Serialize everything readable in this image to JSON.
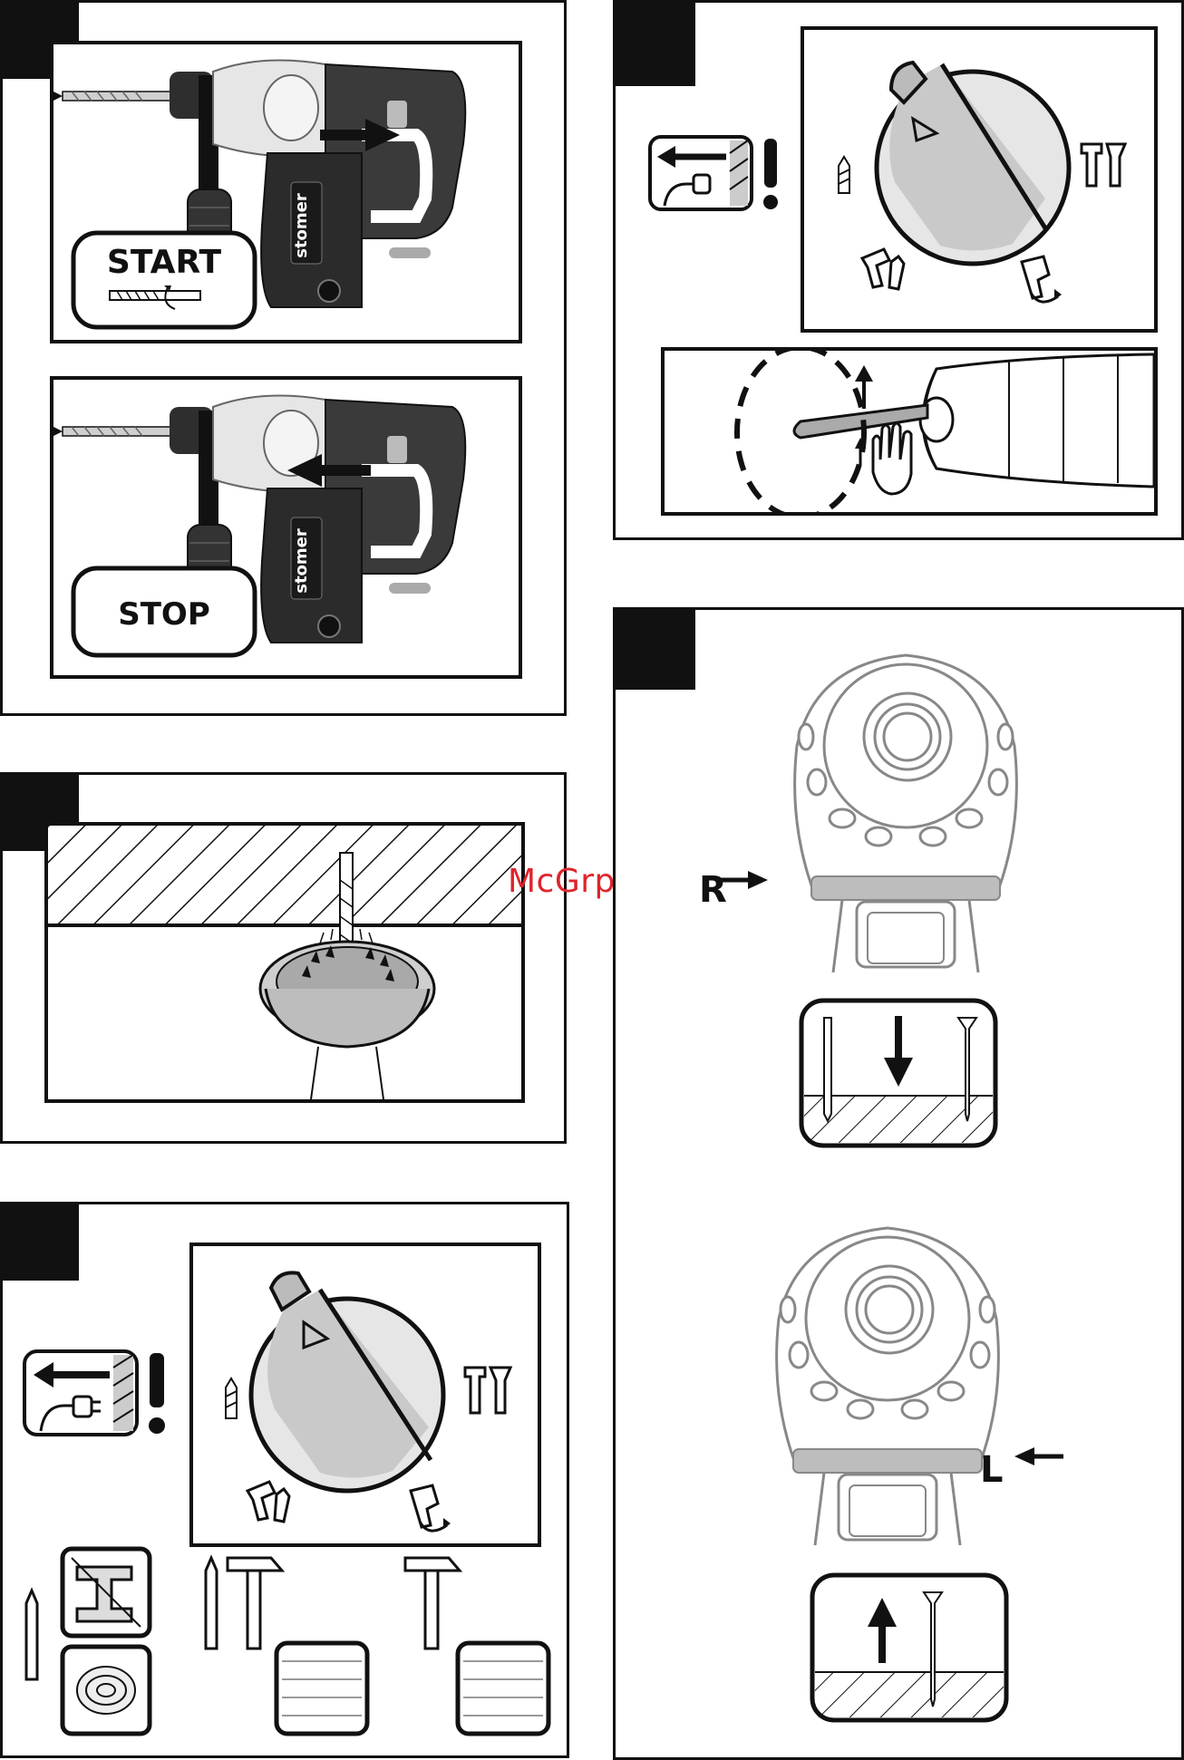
{
  "start_stop": {
    "start_label": "START",
    "stop_label": "STOP",
    "brand": "stomer"
  },
  "watermark": "McGrp.Ru",
  "direction": {
    "right_label": "R",
    "left_label": "L"
  },
  "icons": {
    "unplug": "unplug-warning-icon",
    "drill_mode": "drill-bit-icon",
    "hammer_mode": "hammer-drill-icon",
    "chisel_mode": "chisel-icon",
    "rotate_mode": "rotation-lock-icon"
  },
  "colors": {
    "ink": "#111111",
    "grey_light": "#d6d6d6",
    "grey_mid": "#9a9a9a",
    "watermark": "#e0242c"
  }
}
